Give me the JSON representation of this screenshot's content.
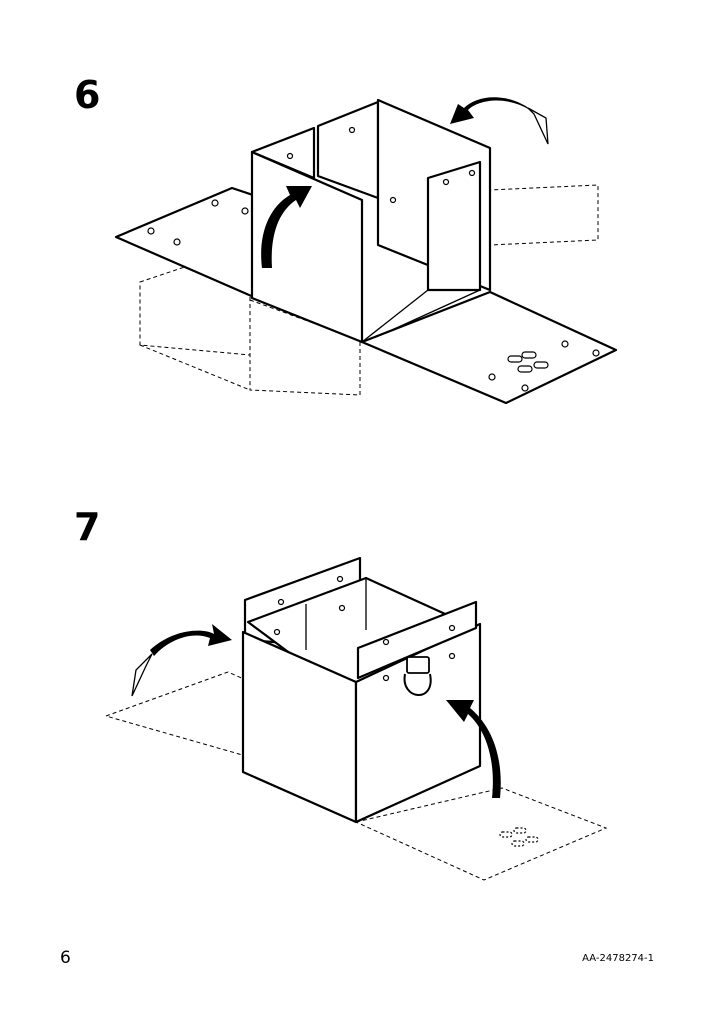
{
  "steps": [
    {
      "number": "6"
    },
    {
      "number": "7"
    }
  ],
  "footer": {
    "page_number": "6",
    "document_code": "AA-2478274-1"
  }
}
